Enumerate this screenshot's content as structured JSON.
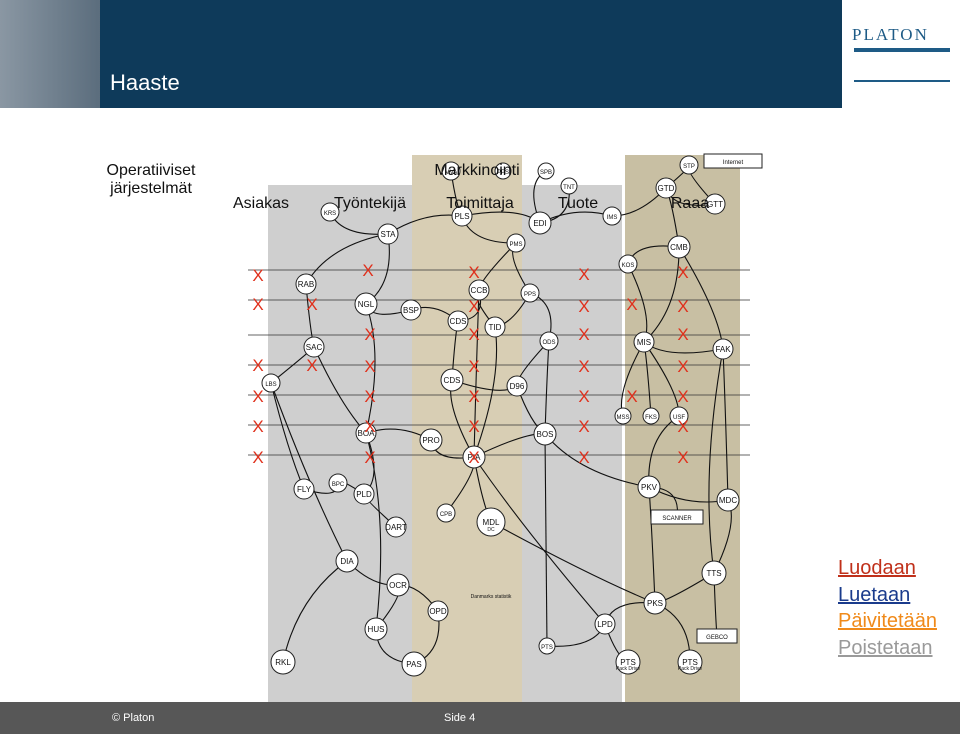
{
  "slide": {
    "title": "Haaste",
    "logo": "PLATON",
    "footer_copyright": "© Platon",
    "footer_page": "Side 4"
  },
  "sections": {
    "operative": "Operatiiviset järjestelmät",
    "customer": "Asiakas",
    "employee": "Työntekijä",
    "marketing": "Markkinointi",
    "supplier": "Toimittaja",
    "product": "Tuote",
    "other": "Raaa"
  },
  "legend": {
    "create": "Luodaan",
    "read": "Luetaan",
    "update": "Päivitetään",
    "delete": "Poistetaan",
    "colors": {
      "create": "#c0301a",
      "read": "#1a3b8c",
      "update": "#f08a1a",
      "delete": "#9a9a9a"
    }
  },
  "palette": {
    "header": "#0e3a5a",
    "band_grey": "#cfcfcf",
    "band_tan": "#d8ceb4",
    "band_olive": "#c8bfa3",
    "x_marks": "#e0301c"
  },
  "systems": [
    "KRS",
    "STA",
    "MVA",
    "PPS",
    "SPB",
    "TNT",
    "EDI",
    "IMS",
    "PLS",
    "PMS",
    "GTD",
    "STP",
    "GTT",
    "CMB",
    "RAB",
    "NGL",
    "BSP",
    "CCB",
    "CDS",
    "TID",
    "PPS",
    "ODS",
    "KOS",
    "MIS",
    "FAK",
    "SAC",
    "LBS",
    "CDS",
    "D96",
    "BOA",
    "PRO",
    "BOS",
    "MSS",
    "FKS",
    "USF",
    "PIA",
    "FLY",
    "BPC",
    "PLD",
    "CPB",
    "MDL",
    "DART",
    "PKV",
    "MDC",
    "DIA",
    "OCR",
    "TTS",
    "HUS",
    "OPD",
    "PKS",
    "PAS",
    "PTS",
    "LPD",
    "PTS",
    "PTS",
    "RKL",
    "SCANNER",
    "GEBCO"
  ],
  "system_notes": {
    "MDL": "DC",
    "D96": "Danmarks statistik",
    "PTS1": "Pack Drive",
    "PTS2": "Pack Drive"
  },
  "nodes": [
    {
      "id": "KRS",
      "label": "KRS"
    },
    {
      "id": "STA",
      "label": "STA"
    },
    {
      "id": "MVA",
      "label": "MVA"
    },
    {
      "id": "PPS1",
      "label": "PPS"
    },
    {
      "id": "SPB",
      "label": "SPB"
    },
    {
      "id": "TNT",
      "label": "TNT"
    },
    {
      "id": "EDI",
      "label": "EDI"
    },
    {
      "id": "IMS",
      "label": "IMS"
    },
    {
      "id": "PLS",
      "label": "PLS"
    },
    {
      "id": "PMS",
      "label": "PMS"
    },
    {
      "id": "GTD",
      "label": "GTD"
    },
    {
      "id": "STP",
      "label": "STP"
    },
    {
      "id": "GTT",
      "label": "GTT"
    },
    {
      "id": "CMB",
      "label": "CMB"
    },
    {
      "id": "RAB",
      "label": "RAB"
    },
    {
      "id": "NGL",
      "label": "NGL"
    },
    {
      "id": "BSP",
      "label": "BSP"
    },
    {
      "id": "CCB",
      "label": "CCB"
    },
    {
      "id": "CDS1",
      "label": "CDS"
    },
    {
      "id": "TID",
      "label": "TID"
    },
    {
      "id": "PPS2",
      "label": "PPS"
    },
    {
      "id": "ODS",
      "label": "ODS"
    },
    {
      "id": "KOS",
      "label": "KOS"
    },
    {
      "id": "MIS",
      "label": "MIS"
    },
    {
      "id": "FAK",
      "label": "FAK"
    },
    {
      "id": "SAC",
      "label": "SAC"
    },
    {
      "id": "LBS",
      "label": "LBS"
    },
    {
      "id": "CDS2",
      "label": "CDS"
    },
    {
      "id": "D96",
      "label": "D96"
    },
    {
      "id": "BOA",
      "label": "BOA"
    },
    {
      "id": "PRO",
      "label": "PRO"
    },
    {
      "id": "BOS",
      "label": "BOS"
    },
    {
      "id": "MSS",
      "label": "MSS"
    },
    {
      "id": "FKS",
      "label": "FKS"
    },
    {
      "id": "USF",
      "label": "USF"
    },
    {
      "id": "PIA",
      "label": "PIA"
    },
    {
      "id": "FLY",
      "label": "FLY"
    },
    {
      "id": "BPC",
      "label": "BPC"
    },
    {
      "id": "PLD",
      "label": "PLD"
    },
    {
      "id": "CPB",
      "label": "CPB"
    },
    {
      "id": "MDL",
      "label": "MDL"
    },
    {
      "id": "DART",
      "label": "DART"
    },
    {
      "id": "PKV",
      "label": "PKV"
    },
    {
      "id": "MDC",
      "label": "MDC"
    },
    {
      "id": "DIA",
      "label": "DIA"
    },
    {
      "id": "OCR",
      "label": "OCR"
    },
    {
      "id": "TTS",
      "label": "TTS"
    },
    {
      "id": "HUS",
      "label": "HUS"
    },
    {
      "id": "OPD",
      "label": "OPD"
    },
    {
      "id": "PKS",
      "label": "PKS"
    },
    {
      "id": "PAS",
      "label": "PAS"
    },
    {
      "id": "PTS1",
      "label": "PTS"
    },
    {
      "id": "LPD",
      "label": "LPD"
    },
    {
      "id": "PTS2",
      "label": "PTS"
    },
    {
      "id": "PTS3",
      "label": "PTS"
    },
    {
      "id": "RKL",
      "label": "RKL"
    },
    {
      "id": "SCANNER",
      "label": "SCANNER"
    },
    {
      "id": "GEBCO",
      "label": "GEBCO"
    },
    {
      "id": "INTERNET",
      "label": "Internet"
    }
  ],
  "x_marks": [
    "X",
    "X",
    "X",
    "X",
    "X",
    "X",
    "X",
    "X",
    "X",
    "X",
    "X",
    "X",
    "X",
    "X",
    "X",
    "X",
    "X",
    "X",
    "X",
    "X",
    "X",
    "X",
    "X",
    "X",
    "X",
    "X",
    "X",
    "X",
    "X",
    "X",
    "X",
    "X",
    "X",
    "X",
    "X",
    "X",
    "X"
  ]
}
